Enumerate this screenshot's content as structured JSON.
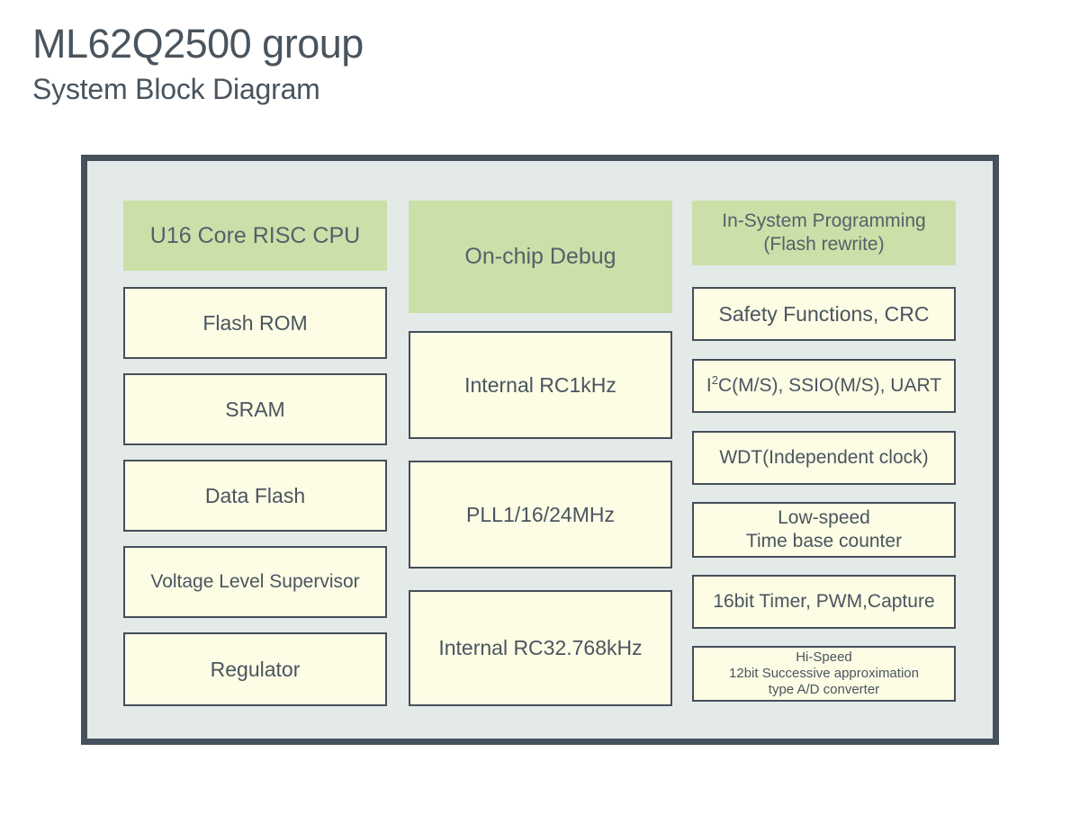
{
  "title": {
    "main": "ML62Q2500 group",
    "sub": "System Block Diagram"
  },
  "colors": {
    "frame_border": "#45515c",
    "panel_background": "#e4eae8",
    "green_block": "#cbe0a8",
    "cream_block": "#fdfce5",
    "block_border": "#454f5a",
    "text": "#4a555f",
    "page_background": "#ffffff"
  },
  "diagram": {
    "columns": [
      {
        "name": "left",
        "blocks": [
          {
            "id": "cpu",
            "label": "U16   Core RISC CPU",
            "style": "green"
          },
          {
            "id": "flash-rom",
            "label": "Flash ROM",
            "style": "cream"
          },
          {
            "id": "sram",
            "label": "SRAM",
            "style": "cream"
          },
          {
            "id": "data-flash",
            "label": "Data Flash",
            "style": "cream"
          },
          {
            "id": "voltage-level-supervisor",
            "label": "Voltage Level Supervisor",
            "style": "cream"
          },
          {
            "id": "regulator",
            "label": "Regulator",
            "style": "cream"
          }
        ]
      },
      {
        "name": "middle",
        "blocks": [
          {
            "id": "on-chip-debug",
            "label": "On-chip Debug",
            "style": "green"
          },
          {
            "id": "internal-rc-1khz",
            "label": "Internal RC1kHz",
            "style": "cream"
          },
          {
            "id": "pll",
            "label": "PLL1/16/24MHz",
            "style": "cream"
          },
          {
            "id": "internal-rc-32768khz",
            "label": "Internal RC32.768kHz",
            "style": "cream"
          }
        ]
      },
      {
        "name": "right",
        "blocks": [
          {
            "id": "in-system-programming",
            "label": "In-System Programming\n(Flash rewrite)",
            "style": "green"
          },
          {
            "id": "safety-functions",
            "label": "Safety Functions, CRC",
            "style": "cream"
          },
          {
            "id": "serial-interfaces",
            "label": "I2C(M/S), SSIO(M/S), UART",
            "label_html": "I<sup>2</sup>C(M/S), SSIO(M/S), UART",
            "style": "cream"
          },
          {
            "id": "wdt",
            "label": "WDT(Independent clock)",
            "style": "cream"
          },
          {
            "id": "low-speed-time-base-counter",
            "label": "Low-speed\nTime base counter",
            "style": "cream"
          },
          {
            "id": "timer-pwm-capture",
            "label": "16bit Timer, PWM,Capture",
            "style": "cream"
          },
          {
            "id": "ad-converter",
            "label": "Hi-Speed\n12bit Successive approximation\ntype A/D converter",
            "style": "cream"
          }
        ]
      }
    ]
  }
}
